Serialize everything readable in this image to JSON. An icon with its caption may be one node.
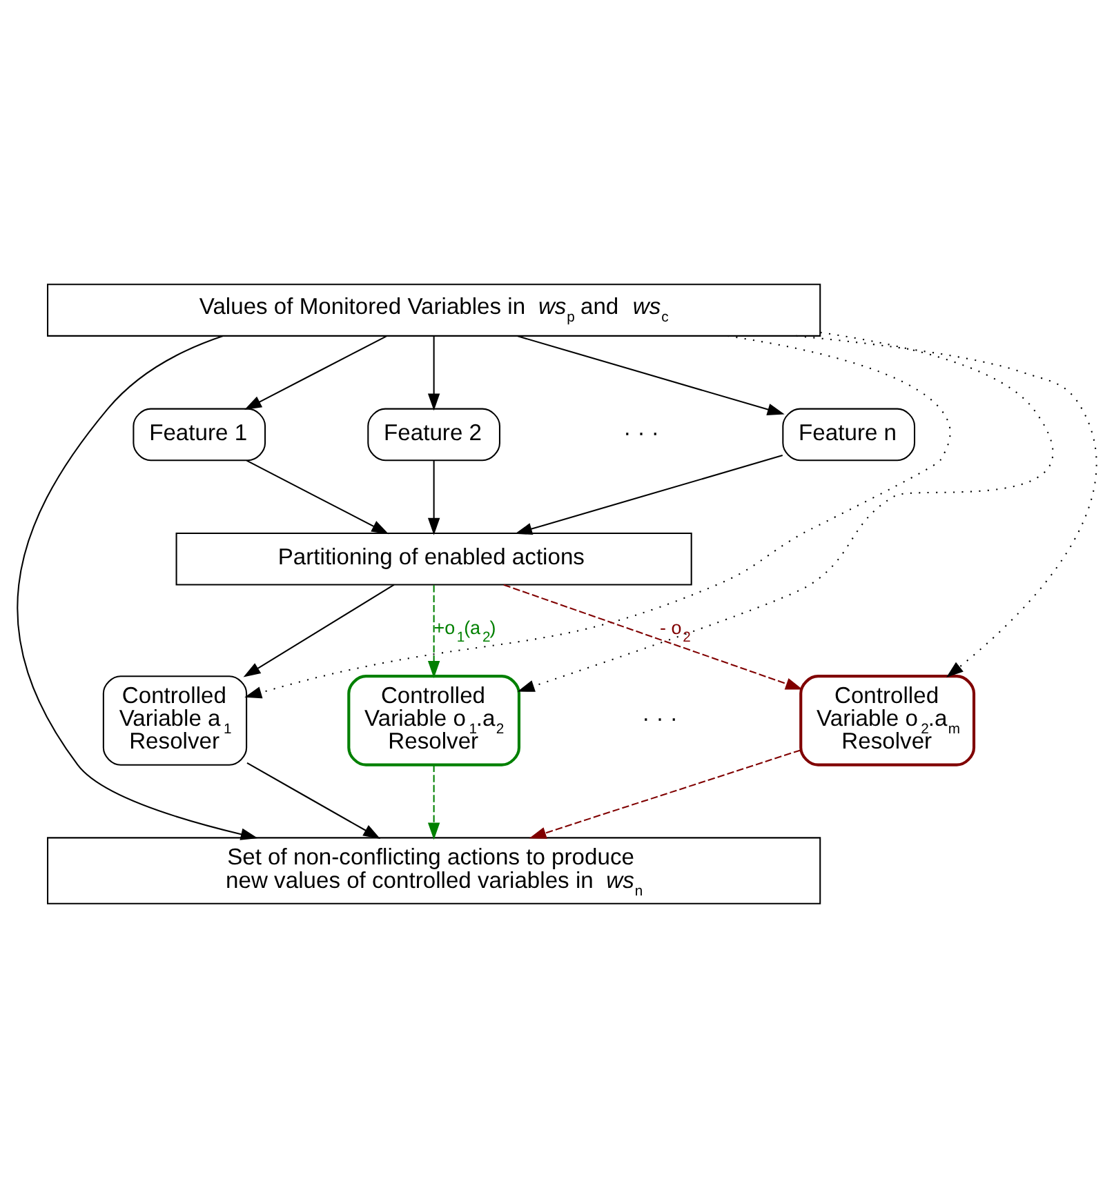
{
  "diagram": {
    "nodes": [
      {
        "text": [
          "Values of Monitored Variables in *ws*$_{p}$  and *ws*$_{c}$"
        ]
      },
      {
        "text": [
          "Feature 1"
        ]
      },
      {
        "text": [
          "Feature 2"
        ]
      },
      {
        "text": [
          "Feature n"
        ]
      },
      {
        "text": [
          "Partitioning of enabled actions"
        ]
      },
      {
        "text": [
          "Controlled Variable a$_{1}$ Resolver"
        ]
      },
      {
        "text": [
          "Controlled Variable o$_{1}$.a$_{2}$ Resolver"
        ]
      },
      {
        "text": [
          "Controlled Variable o$_{2}$.a$_{m}$ Resolver"
        ]
      },
      {
        "text": [
          "Set of non-conflicting actions to produce new values of controlled variables in *ws*$_{n}$"
        ]
      }
    ],
    "edges": [
      {
        "from": 0,
        "to": 1,
        "arrow": "to"
      },
      {
        "from": 0,
        "to": 2,
        "arrow": "to"
      },
      {
        "from": 0,
        "to": 3,
        "arrow": "to"
      },
      {
        "from": 0,
        "to": 5,
        "arrow": "to",
        "style": "dashed"
      },
      {
        "from": 0,
        "to": 6,
        "arrow": "to",
        "style": "dashed"
      },
      {
        "from": 0,
        "to": 7,
        "arrow": "to",
        "style": "dashed"
      },
      {
        "from": 1,
        "to": 4,
        "arrow": "to"
      },
      {
        "from": 2,
        "to": 4,
        "arrow": "to"
      },
      {
        "from": 3,
        "to": 4,
        "arrow": "to"
      },
      {
        "from": 4,
        "to": 5,
        "arrow": "to"
      },
      {
        "from": 4,
        "to": 6,
        "arrow": "to",
        "label": "+o$_{1}$(a$_{2}$)",
        "style": "dashed",
        "color": "#008000"
      },
      {
        "from": 4,
        "to": 7,
        "arrow": "to",
        "label": "- o$_{2}$",
        "style": "dashed",
        "color": "#800000"
      },
      {
        "from": 5,
        "to": 8,
        "arrow": "to"
      },
      {
        "from": 6,
        "to": 8,
        "arrow": "to",
        "style": "dashed",
        "color": "#008000"
      },
      {
        "from": 7,
        "to": 8,
        "arrow": "to",
        "style": "dashed",
        "color": "#800000"
      },
      {
        "from": 0,
        "to": 8,
        "arrow": "to"
      }
    ],
    "labels": [
      "· · ·",
      "· · ·"
    ]
  }
}
